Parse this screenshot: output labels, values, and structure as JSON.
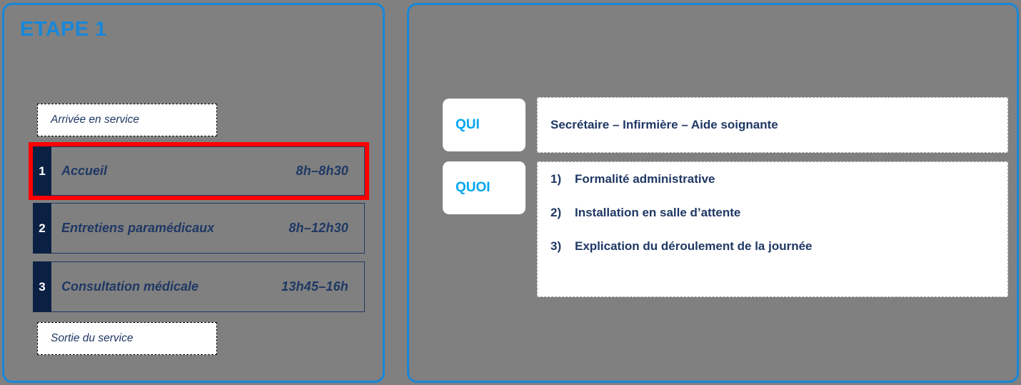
{
  "colors": {
    "panel_border": "#1887D8",
    "background": "#808080",
    "accent_blue": "#1887D8",
    "key_blue": "#00A6F0",
    "navy": "#1F3864",
    "tab_navy": "#0B2144",
    "highlight_red": "#FF0000",
    "box_white": "#FFFFFF"
  },
  "left_panel": {
    "title": "ETAPE 1",
    "start_terminator": "Arrivée en service",
    "end_terminator": "Sortie du service",
    "steps": [
      {
        "number": "1",
        "label": "Accueil",
        "time": "8h–8h30",
        "highlighted": true
      },
      {
        "number": "2",
        "label": "Entretiens paramédicaux",
        "time": "8h–12h30",
        "highlighted": false
      },
      {
        "number": "3",
        "label": "Consultation médicale",
        "time": "13h45–16h",
        "highlighted": false
      }
    ]
  },
  "right_panel": {
    "qui": {
      "key": "QUI",
      "value": "Secrétaire – Infirmière – Aide soignante"
    },
    "quoi": {
      "key": "QUOI",
      "items": [
        {
          "number": "1)",
          "text": "Formalité administrative"
        },
        {
          "number": "2)",
          "text": "Installation en salle d’attente"
        },
        {
          "number": "3)",
          "text": "Explication du déroulement de la journée"
        }
      ]
    }
  }
}
